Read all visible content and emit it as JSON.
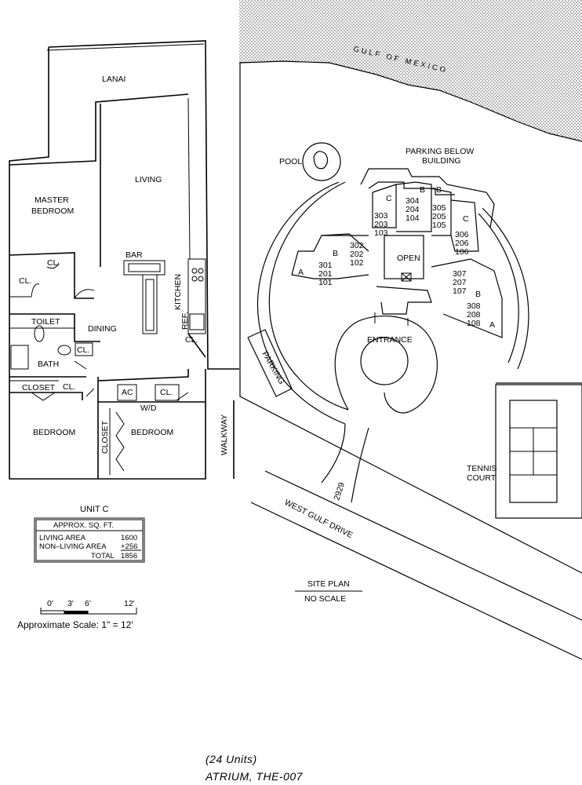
{
  "floor_plan": {
    "rooms": {
      "lanai": "LANAI",
      "living": "LIVING",
      "master_bedroom_1": "MASTER",
      "master_bedroom_2": "BEDROOM",
      "bar": "BAR",
      "kitchen": "KITCHEN",
      "dining": "DINING",
      "toilet": "TOILET",
      "bath": "BATH",
      "closet_left": "CLOSET",
      "bedroom_left": "BEDROOM",
      "bedroom_right": "BEDROOM",
      "closet_vertical": "CLOSET",
      "walkway": "WALKWAY",
      "ref": "REF.",
      "ac": "AC",
      "wd": "W/D",
      "cl_1": "CL.",
      "cl_2": "CL.",
      "cl_3": "CL.",
      "cl_4": "CL.",
      "cl_5": "CL.",
      "cl_6": "CL."
    },
    "unit_title": "UNIT C",
    "area_table": {
      "header": "APPROX. SQ. FT.",
      "rows": [
        {
          "label": "LIVING AREA",
          "value": "1600"
        },
        {
          "label": "NON–LIVING AREA",
          "value": "+256"
        },
        {
          "label": "TOTAL",
          "value": "1856"
        }
      ]
    },
    "scale": {
      "ticks": [
        "0'",
        "3'",
        "6'",
        "12'"
      ],
      "text": "Approximate Scale:  1\"  =  12'"
    }
  },
  "site_plan": {
    "gulf": "GULF OF MEXICO",
    "pool": "POOL",
    "parking_below_1": "PARKING BELOW",
    "parking_below_2": "BUILDING",
    "open": "OPEN",
    "entrance": "ENTRANCE",
    "parking": "PARKING",
    "tennis_1": "TENNIS",
    "tennis_2": "COURT",
    "street": "WEST GULF DRIVE",
    "address": "2929",
    "title": "SITE PLAN",
    "subtitle": "NO SCALE",
    "units": {
      "c_top": "C",
      "b_left_top": "B",
      "b_right_top": "B",
      "c_right": "C",
      "col_303": [
        "303",
        "203",
        "103"
      ],
      "col_304": [
        "304",
        "204",
        "104"
      ],
      "col_305": [
        "305",
        "205",
        "105"
      ],
      "col_306": [
        "306",
        "206",
        "106"
      ],
      "col_302": [
        "302",
        "202",
        "102"
      ],
      "col_301": [
        "301",
        "201",
        "101"
      ],
      "col_307": [
        "307",
        "207",
        "107"
      ],
      "col_308": [
        "308",
        "208",
        "108"
      ],
      "b_left": "B",
      "a_left": "A",
      "b_right": "B",
      "a_right": "A"
    }
  },
  "footer": {
    "units_note": "(24 Units)",
    "name": "ATRIUM, THE-007"
  }
}
